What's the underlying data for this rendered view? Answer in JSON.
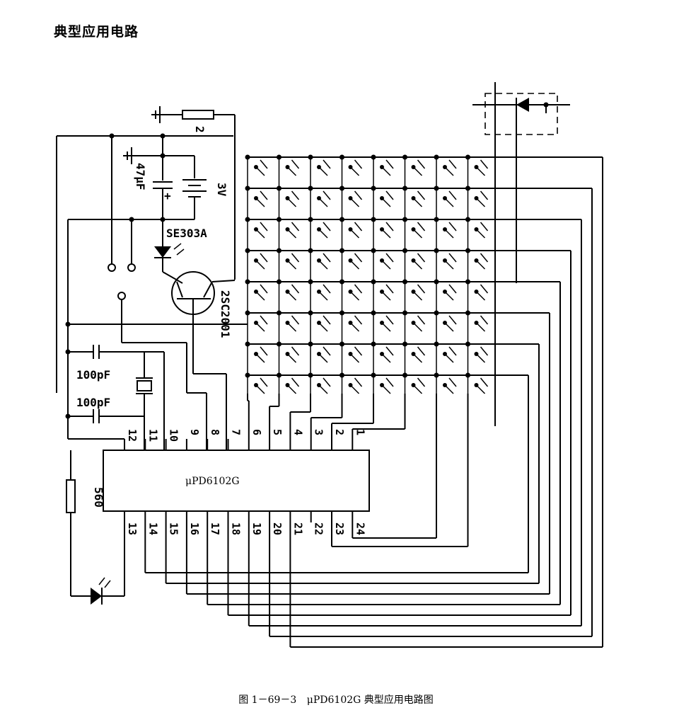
{
  "page": {
    "title": "典型应用电路",
    "caption": {
      "figure": "图 1－69－3",
      "text": "μPD6102G 典型应用电路图"
    }
  },
  "chip": {
    "label": "μPD6102G",
    "top_pins": [
      "12",
      "11",
      "10",
      "9",
      "8",
      "7",
      "6",
      "5",
      "4",
      "3",
      "2",
      "1"
    ],
    "bottom_pins": [
      "13",
      "14",
      "15",
      "16",
      "17",
      "18",
      "19",
      "20",
      "21",
      "22",
      "23",
      "24"
    ]
  },
  "components": {
    "resistor_r2": "2",
    "capacitor_c1": "47μF",
    "battery": "3V",
    "led_ir": "SE303A",
    "transistor": "2SC2001",
    "capacitor_c2": "100pF",
    "capacitor_c3": "100pF",
    "resistor_r1": "560"
  },
  "key_matrix": {
    "rows": 8,
    "columns": 8
  }
}
